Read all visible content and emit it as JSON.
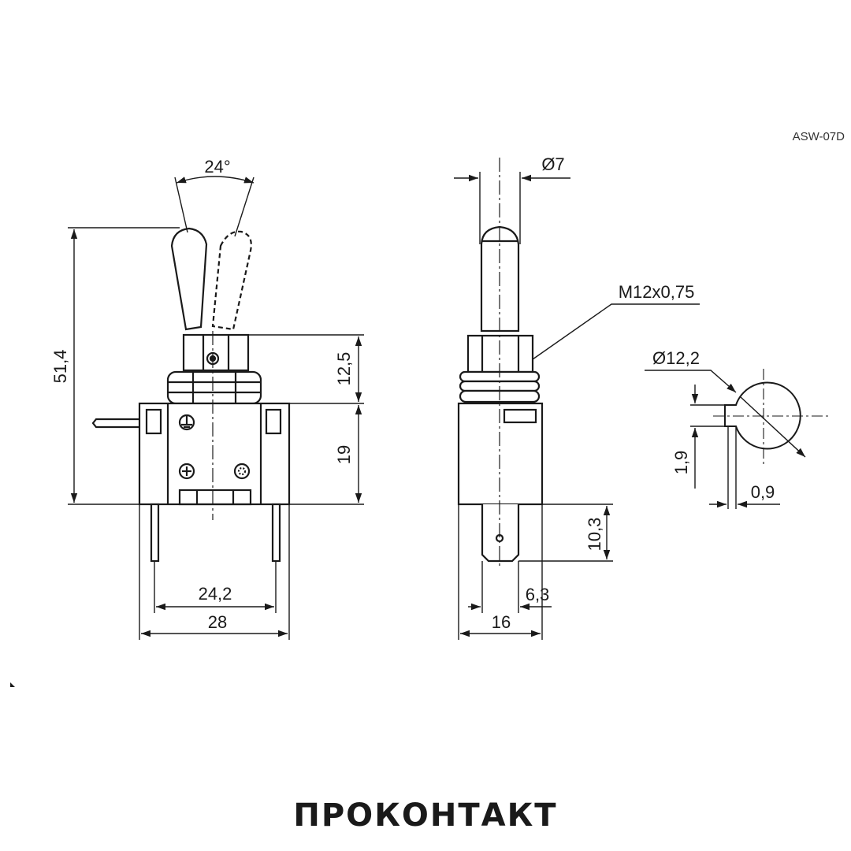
{
  "model_code": "ASW-07D",
  "brand": "ПРОКОНТАКТ",
  "front_view": {
    "angle": "24°",
    "overall_height": "51,4",
    "bushing_height": "12,5",
    "body_height": "19",
    "terminal_spacing": "24,2",
    "body_width": "28"
  },
  "side_view": {
    "lever_diameter": "Ø7",
    "thread": "M12x0,75",
    "terminal_height": "10,3",
    "terminal_width": "6,3",
    "body_depth": "16"
  },
  "panel_cutout": {
    "hole_diameter": "Ø12,2",
    "key_offset": "1,9",
    "key_width": "0,9"
  }
}
